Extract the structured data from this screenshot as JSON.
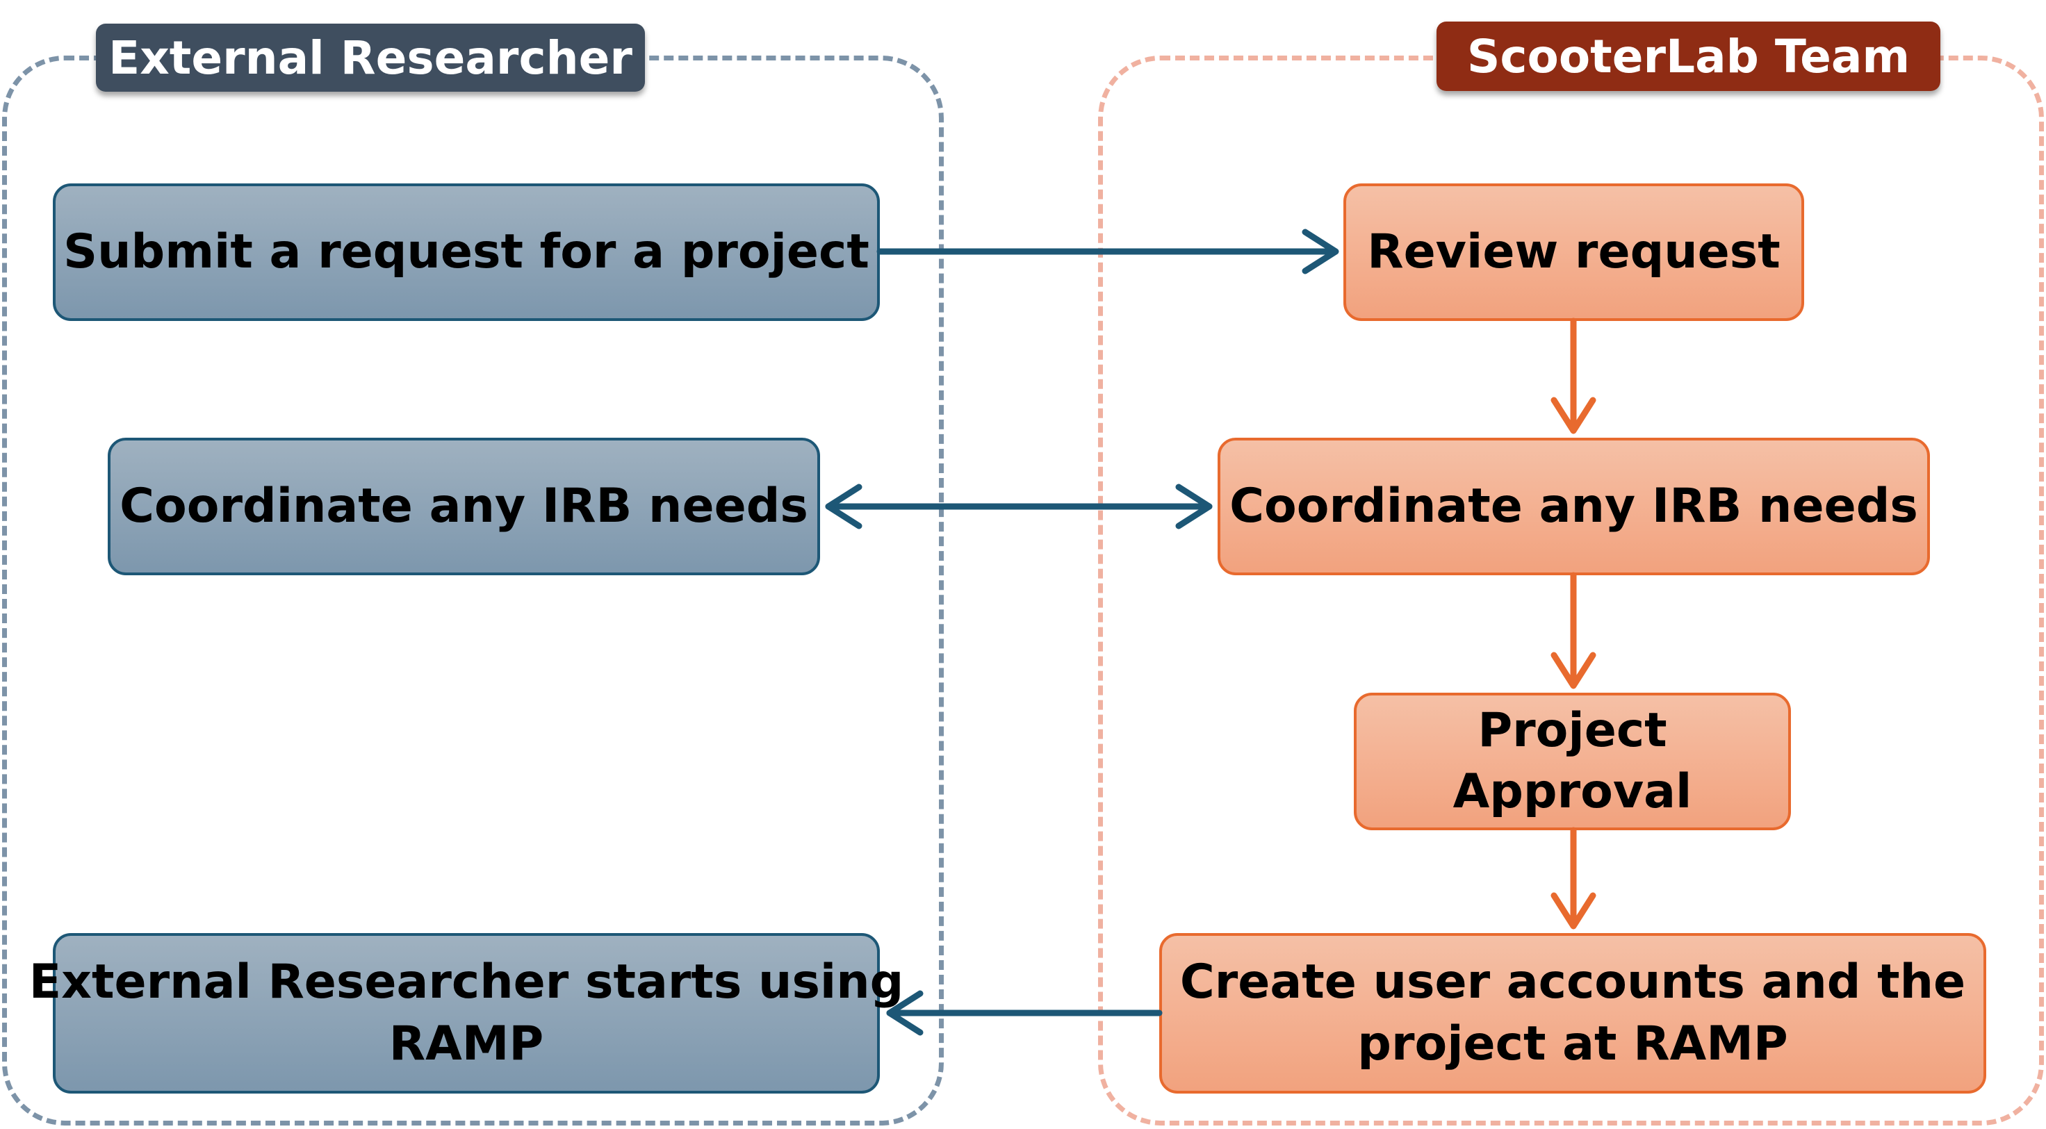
{
  "lanes": {
    "left_title": "External Researcher",
    "right_title": "ScooterLab Team"
  },
  "nodes": {
    "submit_request": "Submit a request for a project",
    "researcher_irb": "Coordinate any IRB needs",
    "researcher_start": [
      "External Researcher starts using",
      "RAMP"
    ],
    "review_request": "Review request",
    "team_irb": "Coordinate any IRB needs",
    "project_approval": [
      "Project",
      "Approval"
    ],
    "create_accounts": [
      "Create user accounts and the",
      "project at RAMP"
    ]
  },
  "colors": {
    "researcher_fill": "#8fa6ba",
    "researcher_border": "#1d5776",
    "team_fill": "#f3b092",
    "team_border": "#e86a2e",
    "researcher_arrow": "#1d5776",
    "team_arrow": "#e86a2e",
    "left_tag": "#3f4e5f",
    "right_tag": "#8f2c14"
  }
}
